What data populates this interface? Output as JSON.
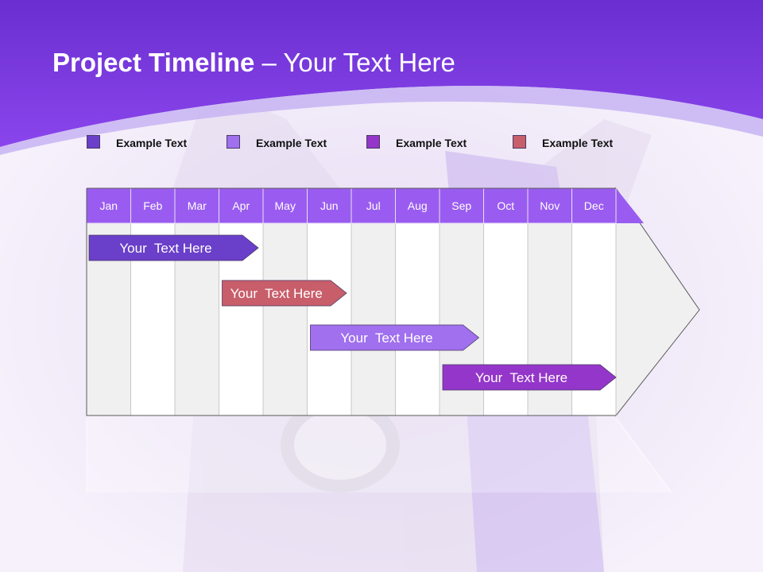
{
  "slide": {
    "title_bold": "Project Timeline",
    "title_rest": " – Your Text Here"
  },
  "legend": [
    {
      "label": "Example Text",
      "color": "#6a3fc9"
    },
    {
      "label": "Example Text",
      "color": "#a070ee"
    },
    {
      "label": "Example Text",
      "color": "#9436c9"
    },
    {
      "label": "Example Text",
      "color": "#c85e6a"
    }
  ],
  "timeline": {
    "months": [
      "Jan",
      "Feb",
      "Mar",
      "Apr",
      "May",
      "Jun",
      "Jul",
      "Aug",
      "Sep",
      "Oct",
      "Nov",
      "Dec"
    ],
    "header_color": "#9a5cf0",
    "tasks": [
      {
        "label": "Your  Text Here",
        "start": "Jan",
        "end": "Apr",
        "color": "#6a3fc9"
      },
      {
        "label": "Your  Text Here",
        "start": "Apr",
        "end": "Jun",
        "color": "#c85e6a"
      },
      {
        "label": "Your  Text Here",
        "start": "Jun",
        "end": "Sep",
        "color": "#a070ee"
      },
      {
        "label": "Your  Text Here",
        "start": "Sep",
        "end": "Dec",
        "color": "#9436c9"
      }
    ]
  }
}
